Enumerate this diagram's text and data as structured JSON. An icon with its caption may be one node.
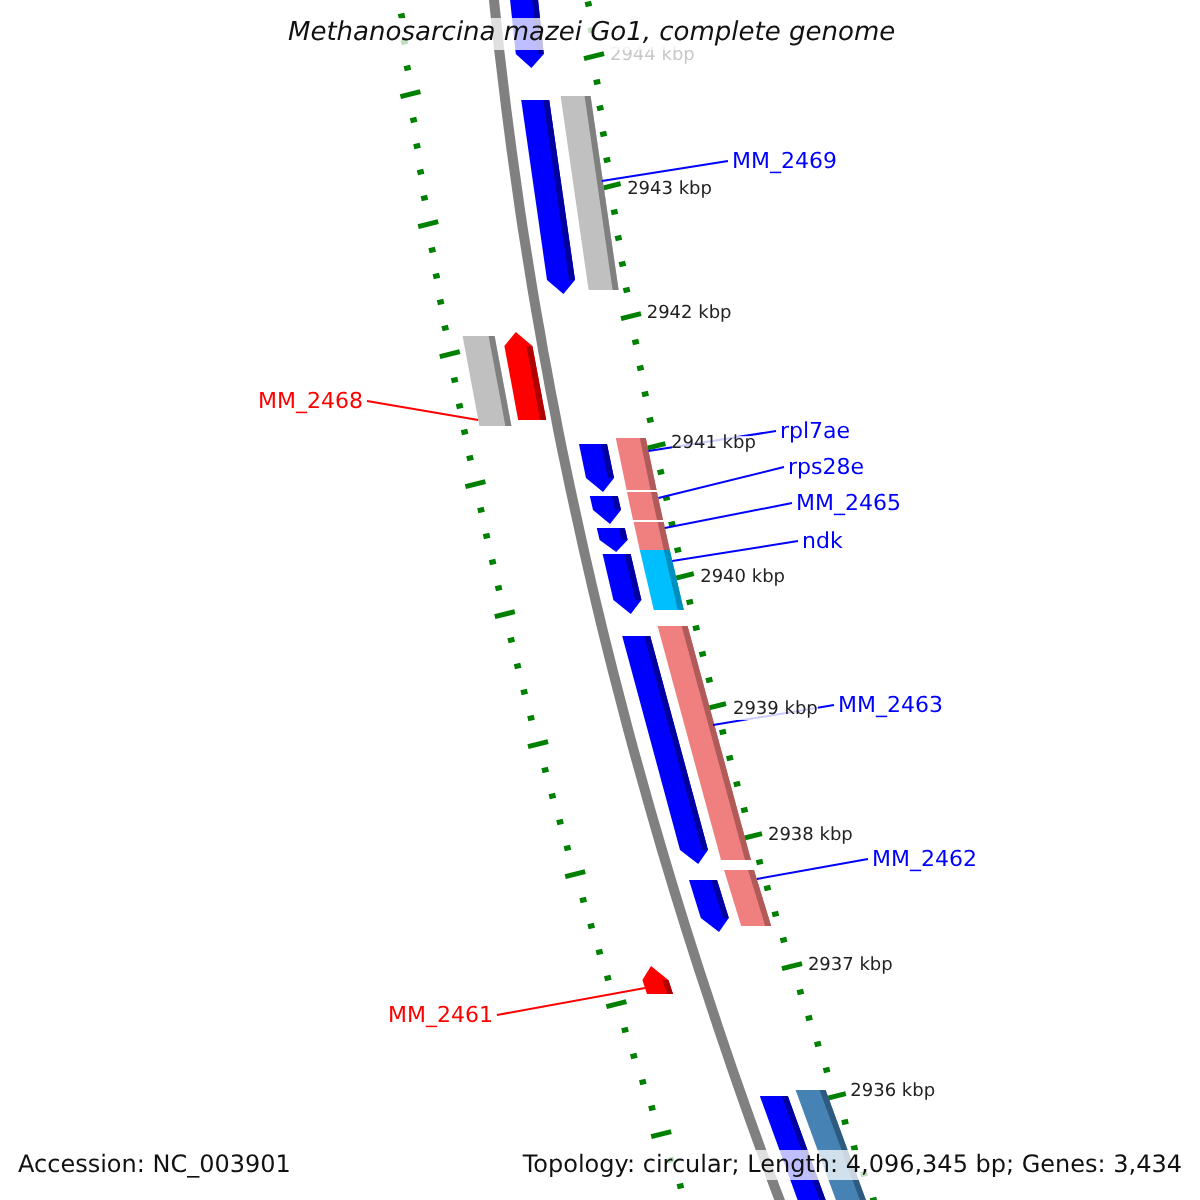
{
  "diagram": {
    "title": "Methanosarcina mazei Go1, complete genome",
    "nodes": [
      {
        "text": [],
        "shape": "bar"
      },
      {
        "text": [
          "MM_2469"
        ]
      },
      {
        "text": [],
        "shape": "bar"
      },
      {
        "text": [
          "MM_2468"
        ]
      },
      {
        "text": [],
        "shape": "bar"
      },
      {
        "text": [
          "rpl7ae"
        ]
      },
      {
        "text": [],
        "shape": "bar"
      },
      {
        "text": [
          "rps28e"
        ]
      },
      {
        "text": [],
        "shape": "bar"
      },
      {
        "text": [
          "MM_2465"
        ]
      },
      {
        "text": [],
        "shape": "bar"
      },
      {
        "text": [
          "ndk"
        ]
      },
      {
        "text": [],
        "shape": "bar"
      },
      {
        "text": [
          "MM_2463"
        ]
      },
      {
        "text": [],
        "shape": "bar"
      },
      {
        "text": [
          "MM_2462"
        ]
      },
      {
        "text": [],
        "shape": "bar"
      },
      {
        "text": [
          "MM_2461"
        ]
      }
    ],
    "edges": [
      {
        "from": 1,
        "to": 0,
        "arrow": "none"
      },
      {
        "from": 3,
        "to": 2,
        "arrow": "none",
        "color": "#ff0000"
      },
      {
        "from": 5,
        "to": 4,
        "arrow": "none"
      },
      {
        "from": 7,
        "to": 6,
        "arrow": "none"
      },
      {
        "from": 9,
        "to": 8,
        "arrow": "none"
      },
      {
        "from": 11,
        "to": 10,
        "arrow": "none"
      },
      {
        "from": 13,
        "to": 12,
        "arrow": "none"
      },
      {
        "from": 15,
        "to": 14,
        "arrow": "none"
      },
      {
        "from": 17,
        "to": 16,
        "arrow": "none",
        "color": "#ff0000"
      }
    ],
    "labels": [
      "2944 kbp",
      "2943 kbp",
      "2942 kbp",
      "2941 kbp",
      "2940 kbp",
      "2939 kbp",
      "2938 kbp",
      "2937 kbp",
      "2936 kbp",
      "Accession: NC_003901",
      "Topology: circular; Length: 4,096,345 bp; Genes: 3,434"
    ]
  }
}
